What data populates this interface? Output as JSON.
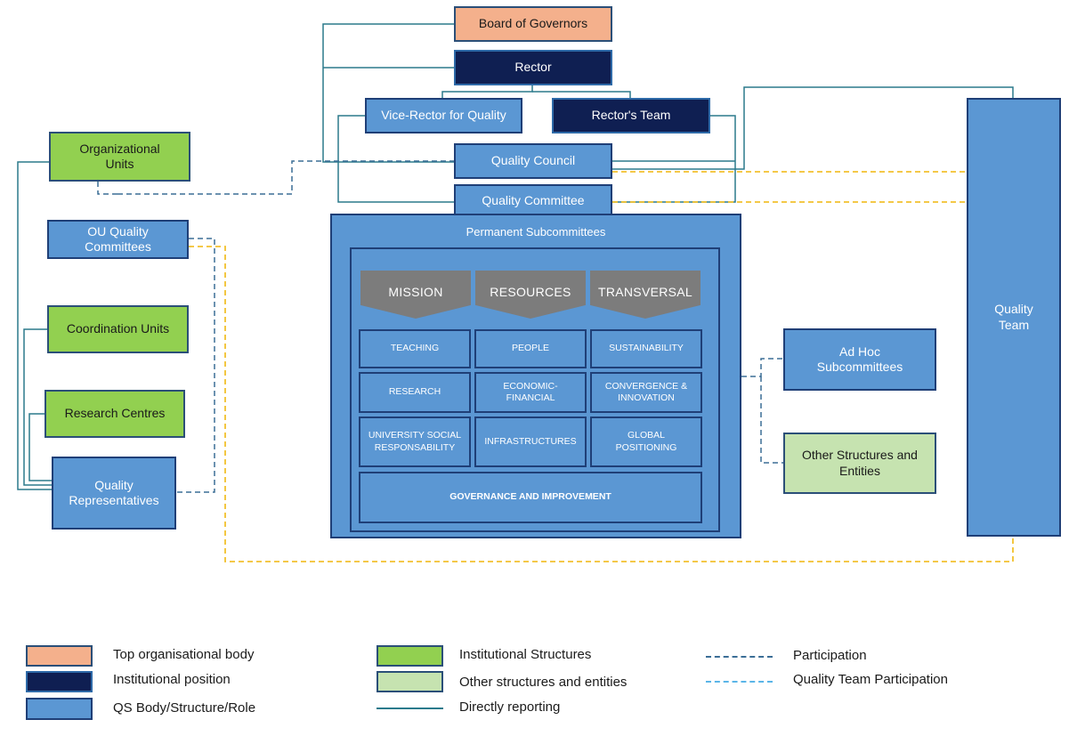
{
  "nodes": {
    "board": "Board of Governors",
    "rector": "Rector",
    "vice_rector": "Vice-Rector for Quality",
    "rectors_team": "Rector's  Team",
    "quality_council": "Quality Council",
    "quality_committee": "Quality Committee",
    "permanent_subcommittees": "Permanent Subcommittees",
    "organizational_units": "Organizational Units",
    "ou_quality_committees": "OU Quality Committees",
    "coordination_units": "Coordination Units",
    "research_centres": "Research Centres",
    "quality_representatives": "Quality Representatives",
    "ad_hoc_subcommittees": "Ad Hoc Subcommittees",
    "other_structures": "Other Structures and Entities",
    "quality_team": "Quality Team"
  },
  "pillars": [
    "MISSION",
    "RESOURCES",
    "TRANSVERSAL"
  ],
  "grid": [
    [
      "TEACHING",
      "PEOPLE",
      "SUSTAINABILITY"
    ],
    [
      "RESEARCH",
      "ECONOMIC-FINANCIAL",
      "CONVERGENCE & INNOVATION"
    ],
    [
      "UNIVERSITY SOCIAL RESPONSABILITY",
      "INFRASTRUCTURES",
      "GLOBAL POSITIONING"
    ]
  ],
  "governance": "GOVERNANCE AND IMPROVEMENT",
  "legend": {
    "top_body": "Top organisational body",
    "institutional_position": "Institutional position",
    "qs_body": "QS Body/Structure/Role",
    "institutional_structures": "Institutional Structures",
    "other_structures": "Other structures and entities",
    "directly_reporting": "Directly reporting",
    "participation": "Participation",
    "quality_team_participation": "Quality Team Participation"
  },
  "colors": {
    "top_body": "#f4b08c",
    "institutional_position": "#0f1f52",
    "qs_body": "#5b97d3",
    "institutional_structures": "#92d050",
    "other_structures": "#c6e3b0",
    "reporting_line": "#2b7a8c",
    "participation_line": "#3b6e96",
    "quality_team_line": "#f2c12e"
  }
}
